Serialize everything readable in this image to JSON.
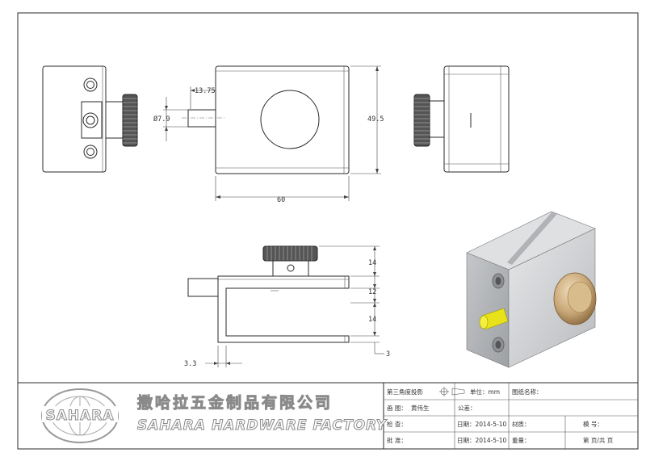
{
  "dimensions": {
    "top_shaft_length": "13.75",
    "shaft_diameter": "Ø7.9",
    "height": "49.5",
    "width": "60",
    "knob_height": "14",
    "upper_gap": "12",
    "lower_gap": "14",
    "wall_thickness": "3",
    "pin_offset": "3.3"
  },
  "title_block": {
    "projection": "第三角度投影",
    "unit": "单位：mm",
    "drawing_name": "图纸名称：",
    "drawn_by_label": "画 图：",
    "drawn_by": "黄伟生",
    "tolerance": "公差：",
    "checked_label": "检 查：",
    "date1": "日期：2014-5-10",
    "material": "材质：",
    "model": "模 号：",
    "approved_label": "批 准：",
    "date2": "日期：2014-5-10",
    "weight": "重量：",
    "pages": "第 页/共 页"
  },
  "company": {
    "logo_text": "SAHARA",
    "name_cn": "撒哈拉五金制品有限公司",
    "name_en": "SAHARA HARDWARE FACTORY"
  },
  "colors": {
    "line": "#2a2a2a",
    "metal_light": "#d9dadc",
    "metal_dark": "#a9abae",
    "knob_gold": "#c9a878",
    "pin_yellow": "#e8e21a"
  }
}
